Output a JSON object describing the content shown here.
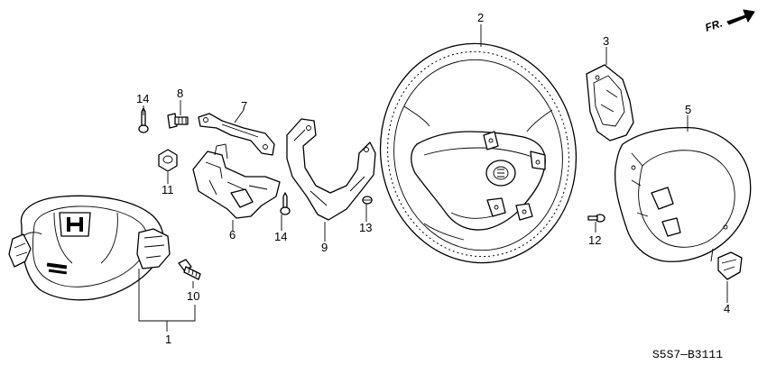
{
  "direction_label": "FR.",
  "diagram_code": "S5S7—B3111",
  "callouts": [
    {
      "id": "c1",
      "label": "1"
    },
    {
      "id": "c2",
      "label": "2"
    },
    {
      "id": "c3",
      "label": "3"
    },
    {
      "id": "c4",
      "label": "4"
    },
    {
      "id": "c5",
      "label": "5"
    },
    {
      "id": "c6",
      "label": "6"
    },
    {
      "id": "c7",
      "label": "7"
    },
    {
      "id": "c8",
      "label": "8"
    },
    {
      "id": "c9",
      "label": "9"
    },
    {
      "id": "c10",
      "label": "10"
    },
    {
      "id": "c11",
      "label": "11"
    },
    {
      "id": "c12",
      "label": "12"
    },
    {
      "id": "c13",
      "label": "13"
    },
    {
      "id": "c14a",
      "label": "14"
    },
    {
      "id": "c14b",
      "label": "14"
    }
  ],
  "colors": {
    "ink": "#000000",
    "paper": "#ffffff"
  }
}
